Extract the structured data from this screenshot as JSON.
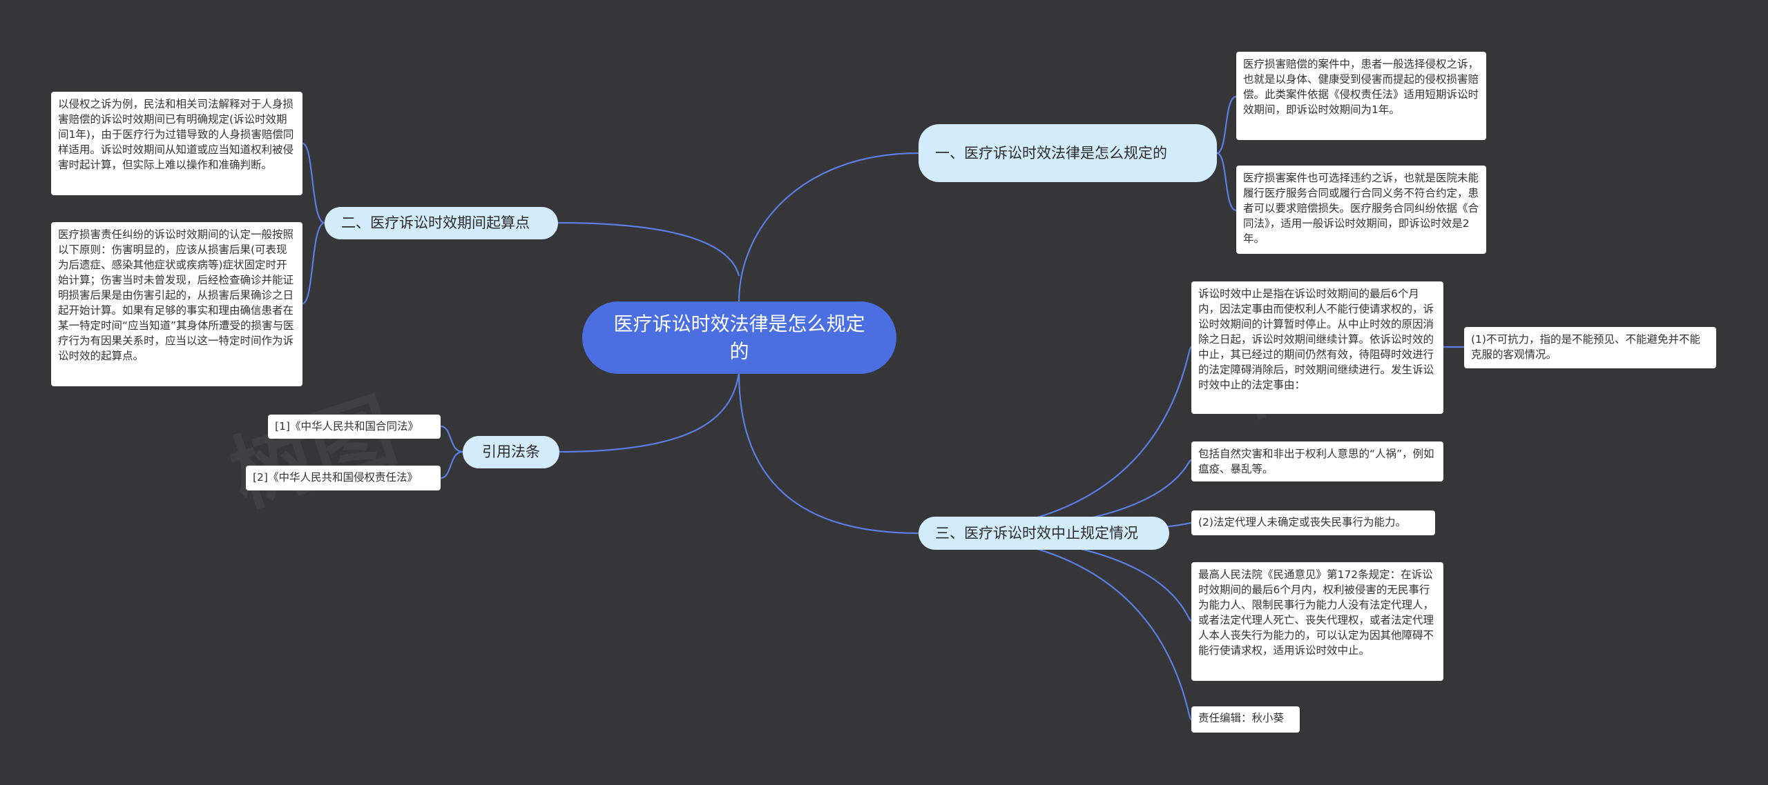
{
  "root": {
    "label": "医疗诉讼时效法律是怎么规定的"
  },
  "branch1": {
    "label": "一、医疗诉讼时效法律是怎么规定的",
    "items": [
      "医疗损害赔偿的案件中，患者一般选择侵权之诉，也就是以身体、健康受到侵害而提起的侵权损害赔偿。此类案件依据《侵权责任法》适用短期诉讼时效期间，即诉讼时效期间为1年。",
      "医疗损害案件也可选择违约之诉，也就是医院未能履行医疗服务合同或履行合同义务不符合约定，患者可以要求赔偿损失。医疗服务合同纠纷依据《合同法》，适用一般诉讼时效期间，即诉讼时效是2年。"
    ]
  },
  "branch2": {
    "label": "二、医疗诉讼时效期间起算点",
    "items": [
      "以侵权之诉为例，民法和相关司法解释对于人身损害赔偿的诉讼时效期间已有明确规定(诉讼时效期间1年)，由于医疗行为过错导致的人身损害赔偿同样适用。诉讼时效期间从知道或应当知道权利被侵害时起计算，但实际上难以操作和准确判断。",
      "医疗损害责任纠纷的诉讼时效期间的认定一般按照以下原则：伤害明显的，应该从损害后果(可表现为后遗症、感染其他症状或疾病等)症状固定时开始计算；伤害当时未曾发现，后经检查确诊并能证明损害后果是由伤害引起的，从损害后果确诊之日起开始计算。如果有足够的事实和理由确信患者在某一特定时间“应当知道”其身体所遭受的损害与医疗行为有因果关系时，应当以这一特定时间作为诉讼时效的起算点。"
    ]
  },
  "branch3": {
    "label": "三、医疗诉讼时效中止规定情况",
    "items": [
      "诉讼时效中止是指在诉讼时效期间的最后6个月内，因法定事由而使权利人不能行使请求权的，诉讼时效期间的计算暂时停止。从中止时效的原因消除之日起，诉讼时效期间继续计算。依诉讼时效的中止，其已经过的期间仍然有效，待阻碍时效进行的法定障碍消除后，时效期间继续进行。发生诉讼时效中止的法定事由：",
      "包括自然灾害和非出于权利人意思的“人祸”，例如瘟疫、暴乱等。",
      "(2)法定代理人未确定或丧失民事行为能力。",
      "最高人民法院《民通意见》第172条规定：在诉讼时效期间的最后6个月内，权利被侵害的无民事行为能力人、限制民事行为能力人没有法定代理人，或者法定代理人死亡、丧失代理权，或者法定代理人本人丧失行为能力的，可以认定为因其他障碍不能行使请求权，适用诉讼时效中止。",
      "责任编辑：秋小葵"
    ],
    "sub_item": "(1)不可抗力，指的是不能预见、不能避免并不能克服的客观情况。"
  },
  "branch4": {
    "label": "引用法条",
    "items": [
      "[1]《中华人民共和国合同法》",
      "[2]《中华人民共和国侵权责任法》"
    ]
  },
  "colors": {
    "background": "#363538",
    "root": "#4b6fe0",
    "branch": "#d3ecfb",
    "link": "#5b7ee5"
  }
}
